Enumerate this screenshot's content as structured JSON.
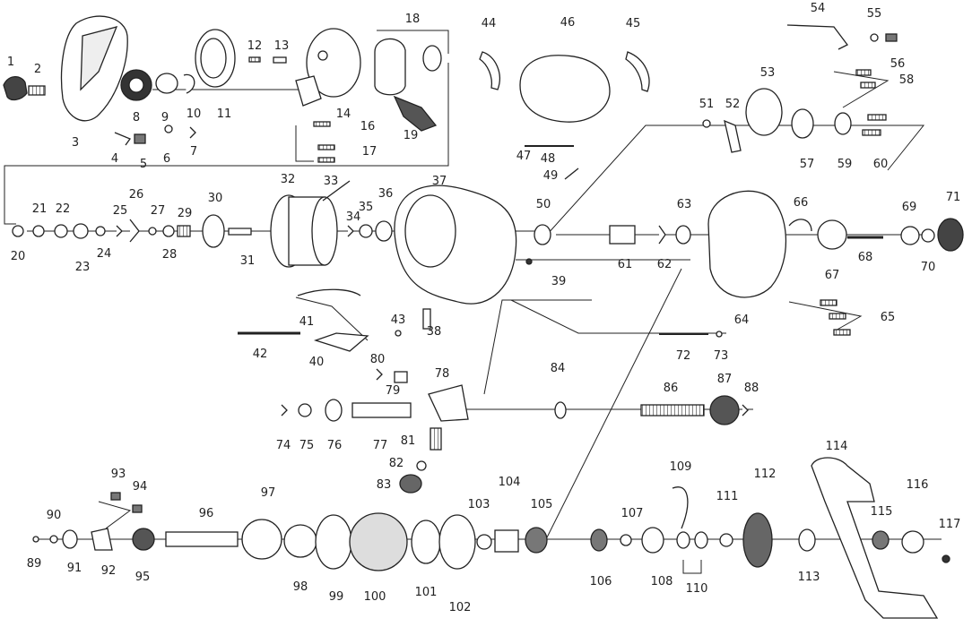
{
  "diagram": {
    "parts": [
      "1",
      "2",
      "3",
      "4",
      "5",
      "6",
      "7",
      "8",
      "9",
      "10",
      "11",
      "12",
      "13",
      "14",
      "16",
      "17",
      "18",
      "19",
      "20",
      "21",
      "22",
      "23",
      "24",
      "25",
      "26",
      "27",
      "28",
      "29",
      "30",
      "31",
      "32",
      "33",
      "34",
      "35",
      "36",
      "37",
      "38",
      "39",
      "40",
      "41",
      "42",
      "43",
      "44",
      "45",
      "46",
      "47",
      "48",
      "49",
      "50",
      "51",
      "52",
      "53",
      "54",
      "55",
      "56",
      "57",
      "58",
      "59",
      "60",
      "61",
      "62",
      "63",
      "64",
      "65",
      "66",
      "67",
      "68",
      "69",
      "70",
      "71",
      "72",
      "73",
      "74",
      "75",
      "76",
      "77",
      "78",
      "79",
      "80",
      "81",
      "82",
      "83",
      "84",
      "86",
      "87",
      "88",
      "89",
      "90",
      "91",
      "92",
      "93",
      "94",
      "95",
      "96",
      "97",
      "98",
      "99",
      "100",
      "101",
      "102",
      "103",
      "104",
      "105",
      "106",
      "107",
      "108",
      "109",
      "110",
      "111",
      "112",
      "113",
      "114",
      "115",
      "116",
      "117"
    ]
  }
}
